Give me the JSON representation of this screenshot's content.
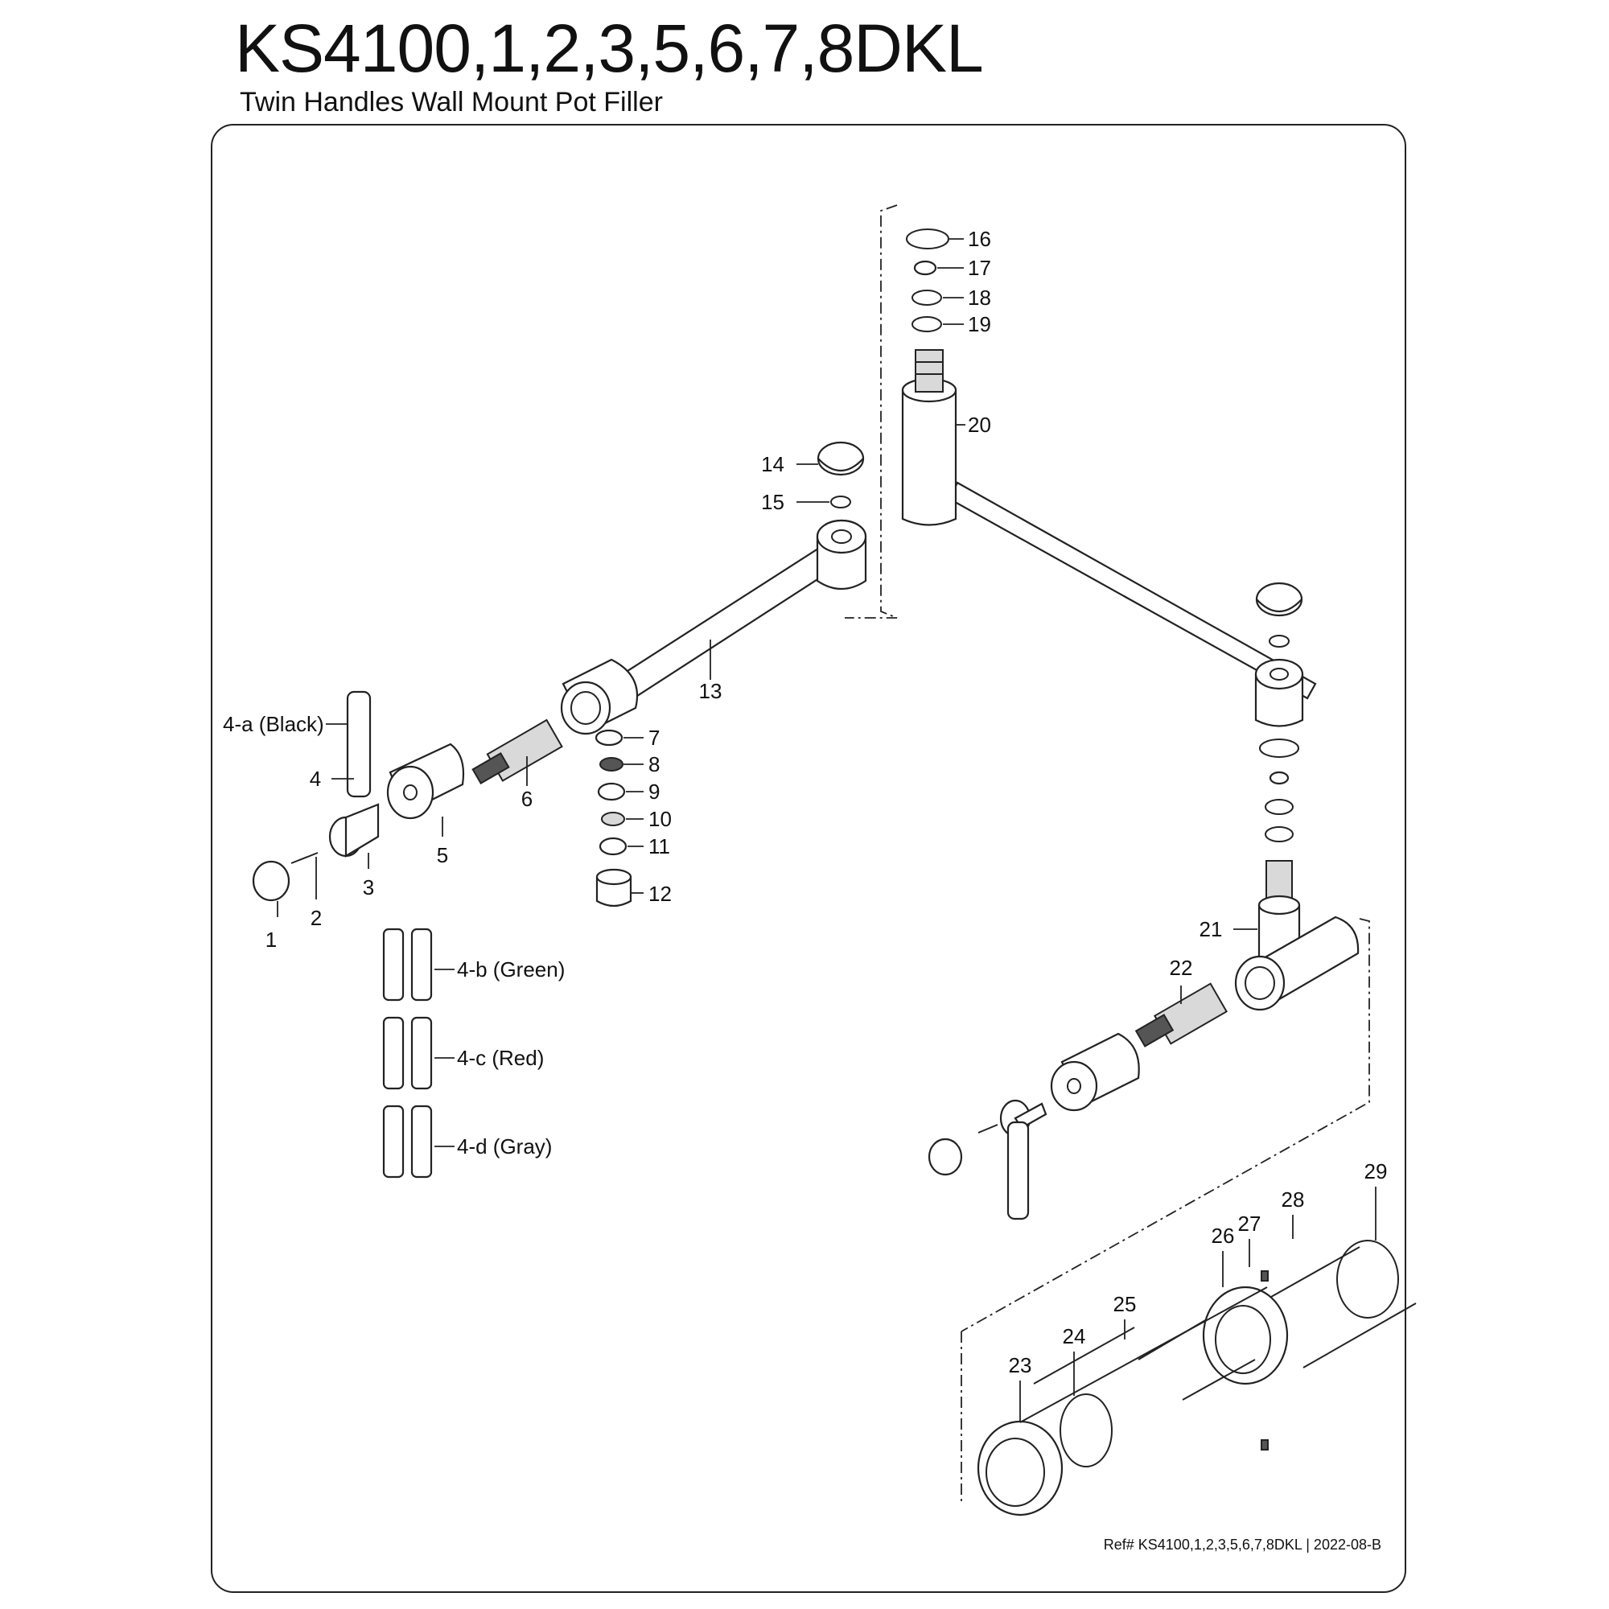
{
  "header": {
    "model": "KS4100,1,2,3,5,6,7,8DKL",
    "subtitle": "Twin Handles Wall Mount Pot Filler"
  },
  "footer": {
    "reference": "Ref# KS4100,1,2,3,5,6,7,8DKL | 2022-08-B"
  },
  "callouts": [
    {
      "id": "p1",
      "label": "1"
    },
    {
      "id": "p2",
      "label": "2"
    },
    {
      "id": "p3",
      "label": "3"
    },
    {
      "id": "p4",
      "label": "4"
    },
    {
      "id": "p4a",
      "label": "4-a (Black)"
    },
    {
      "id": "p4b",
      "label": "4-b (Green)"
    },
    {
      "id": "p4c",
      "label": "4-c (Red)"
    },
    {
      "id": "p4d",
      "label": "4-d (Gray)"
    },
    {
      "id": "p5",
      "label": "5"
    },
    {
      "id": "p6",
      "label": "6"
    },
    {
      "id": "p7",
      "label": "7"
    },
    {
      "id": "p8",
      "label": "8"
    },
    {
      "id": "p9",
      "label": "9"
    },
    {
      "id": "p10",
      "label": "10"
    },
    {
      "id": "p11",
      "label": "11"
    },
    {
      "id": "p12",
      "label": "12"
    },
    {
      "id": "p13",
      "label": "13"
    },
    {
      "id": "p14",
      "label": "14"
    },
    {
      "id": "p15",
      "label": "15"
    },
    {
      "id": "p16",
      "label": "16"
    },
    {
      "id": "p17",
      "label": "17"
    },
    {
      "id": "p18",
      "label": "18"
    },
    {
      "id": "p19",
      "label": "19"
    },
    {
      "id": "p20",
      "label": "20"
    },
    {
      "id": "p21",
      "label": "21"
    },
    {
      "id": "p22",
      "label": "22"
    },
    {
      "id": "p23",
      "label": "23"
    },
    {
      "id": "p24",
      "label": "24"
    },
    {
      "id": "p25",
      "label": "25"
    },
    {
      "id": "p26",
      "label": "26"
    },
    {
      "id": "p27",
      "label": "27"
    },
    {
      "id": "p28",
      "label": "28"
    },
    {
      "id": "p29",
      "label": "29"
    }
  ]
}
